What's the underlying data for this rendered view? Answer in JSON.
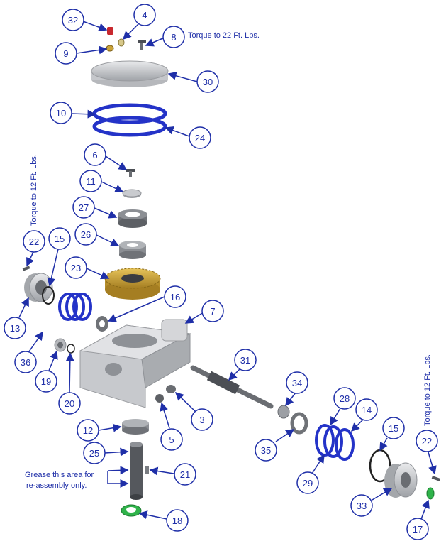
{
  "colors": {
    "callout": "#1f2fa8",
    "metal": "#c9cbcf",
    "metal_dark": "#8e9196",
    "gasket": "#2433c8",
    "bronze": "#c9a33a",
    "green": "#2fb34a",
    "red": "#c8282e"
  },
  "notes": {
    "torque_22": "Torque to 22 Ft. Lbs.",
    "torque_12_left": "Torque to 12 Ft. Lbs.",
    "torque_12_right": "Torque to 12 Ft. Lbs.",
    "grease_line1": "Grease this area for",
    "grease_line2": "re-assembly only."
  },
  "callouts": [
    "32",
    "4",
    "8",
    "9",
    "30",
    "10",
    "24",
    "6",
    "11",
    "27",
    "26",
    "22",
    "15",
    "23",
    "16",
    "7",
    "13",
    "36",
    "19",
    "20",
    "31",
    "34",
    "3",
    "5",
    "12",
    "25",
    "21",
    "18",
    "28",
    "14",
    "15",
    "35",
    "29",
    "33",
    "22",
    "17"
  ]
}
